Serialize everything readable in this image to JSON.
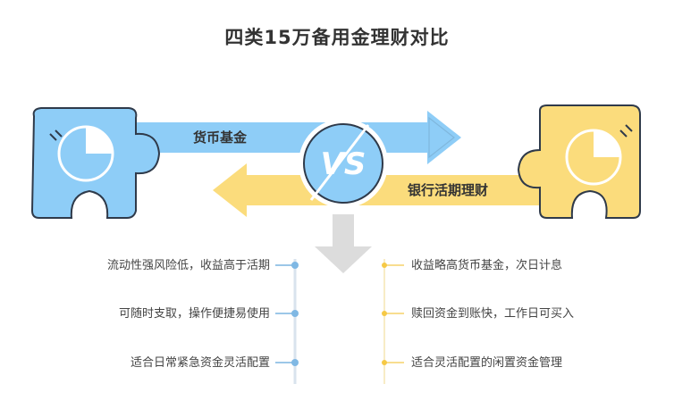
{
  "title": "四类15万备用金理财对比",
  "left_option": {
    "name": "货币基金",
    "color": "#8ecdf7",
    "features": [
      "流动性强风险低，收益高于活期",
      "可随时支取，操作便捷易使用",
      "适合日常紧急资金灵活配置"
    ]
  },
  "right_option": {
    "name": "银行活期理财",
    "color": "#fbdc7c",
    "features": [
      "收益略高货币基金，次日计息",
      "赎回资金到账快，工作日可买入",
      "适合灵活配置的闲置资金管理"
    ]
  },
  "vs_label": "VS"
}
